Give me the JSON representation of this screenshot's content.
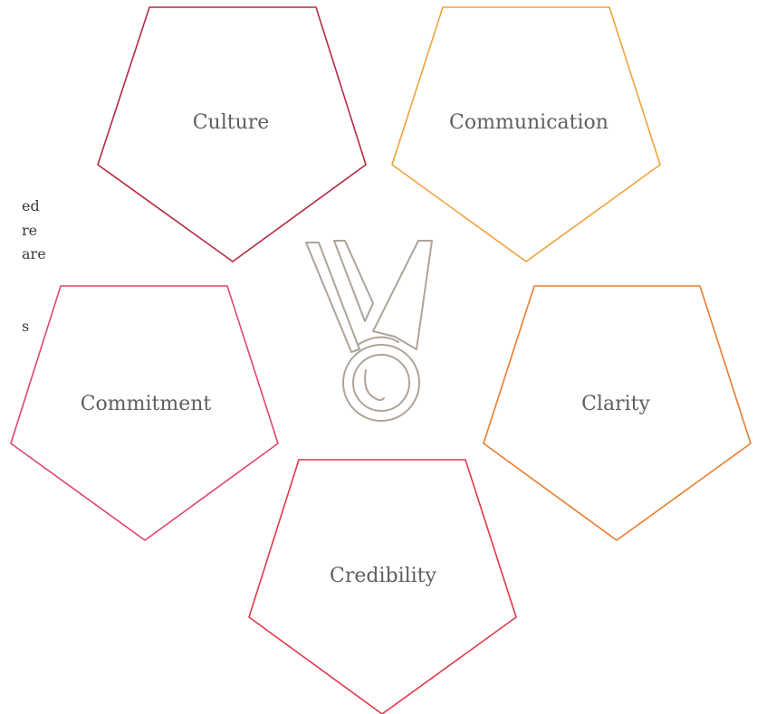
{
  "diagram": {
    "center_icon": "medal-icon",
    "pentagons": [
      {
        "id": "culture",
        "label": "Culture",
        "color": "#b52a3f"
      },
      {
        "id": "communication",
        "label": "Communication",
        "color": "#f0a23a"
      },
      {
        "id": "clarity",
        "label": "Clarity",
        "color": "#ea7d2d"
      },
      {
        "id": "credibility",
        "label": "Credibility",
        "color": "#e2374a"
      },
      {
        "id": "commitment",
        "label": "Commitment",
        "color": "#e0476b"
      }
    ],
    "side_text_fragments": [
      "ed",
      "re",
      "are",
      "s"
    ],
    "medal_color": "#aea49a"
  }
}
